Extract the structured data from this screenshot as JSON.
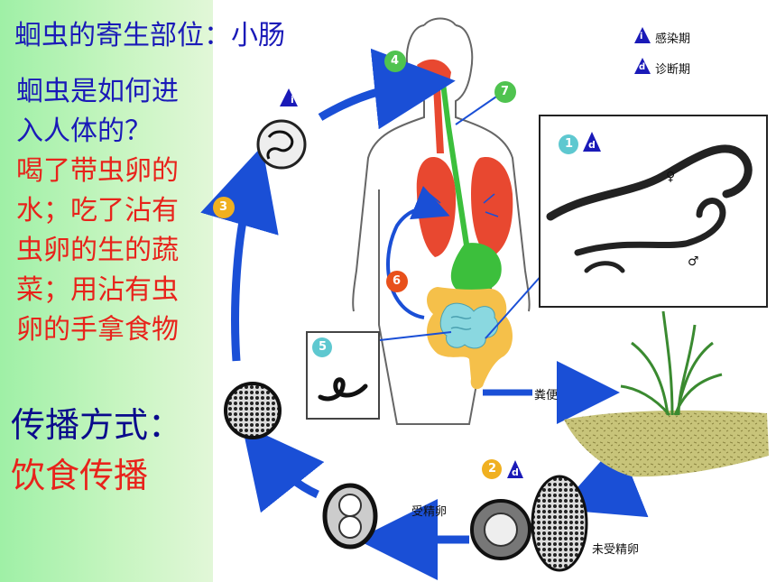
{
  "title": "蛔虫的寄生部位：小肠",
  "question": [
    "蛔虫是如何进",
    "入人体的？"
  ],
  "answer": [
    "喝了带虫卵的",
    "水；吃了沾有",
    "虫卵的生的蔬",
    "菜；用沾有虫",
    "卵的手拿食物"
  ],
  "transmission_label": "传播方式：",
  "transmission_value": "饮食传播",
  "legend": {
    "infective": {
      "symbol": "i",
      "label": "感染期"
    },
    "diagnostic": {
      "symbol": "d",
      "label": "诊断期"
    }
  },
  "stages": [
    "1",
    "2",
    "3",
    "4",
    "5",
    "6",
    "7"
  ],
  "labels": {
    "feces": "粪便",
    "fertilized": "受精卵",
    "unfertilized": "未受精卵",
    "female": "♀",
    "male": "♂"
  },
  "colors": {
    "title_blue": "#1a1ab8",
    "answer_red": "#e8231b",
    "arrow_blue": "#1a4fd6",
    "badge_green": "#4fc34f",
    "badge_red": "#e8501b",
    "badge_yellow": "#f0b020",
    "badge_teal": "#5ec8d0",
    "lung_red": "#e84830",
    "gut_green": "#3cbf3c",
    "intestine_yellow": "#f5c04a",
    "intestine_teal": "#8ad8e0",
    "soil": "#c8c47a"
  }
}
